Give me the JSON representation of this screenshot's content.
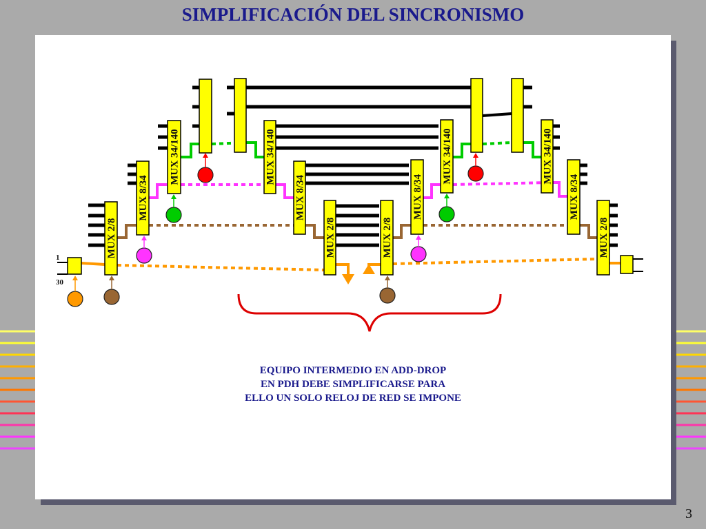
{
  "title": "SIMPLIFICACIÓN DEL SINCRONISMO",
  "page_number": "3",
  "channel_labels": {
    "first": "1",
    "last": "30"
  },
  "mux_labels": [
    "MUX 2/8",
    "MUX 8/34",
    "MUX 34/140",
    "MUX 34/140",
    "MUX 8/34",
    "MUX 2/8",
    "MUX 2/8",
    "MUX 8/34",
    "MUX 34/140",
    "MUX 34/140",
    "MUX 8/34",
    "MUX 2/8"
  ],
  "caption": [
    "EQUIPO INTERMEDIO EN ADD-DROP",
    "EN PDH DEBE SIMPLIFICARSE PARA",
    "ELLO UN SOLO RELOJ DE RED SE IMPONE"
  ],
  "colors": {
    "block": "#ffff00",
    "line_2mbit": "#ff9900",
    "line_8mbit": "#996633",
    "line_34mbit": "#ff33ff",
    "line_140mbit": "#00cc00",
    "clock_565": "#ff0000",
    "brace": "#dd0000",
    "title_text": "#1a1a8c"
  }
}
